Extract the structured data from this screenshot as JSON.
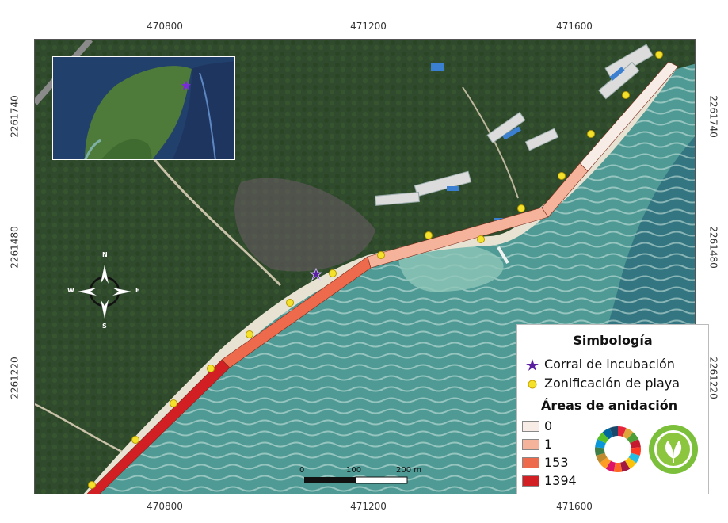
{
  "coords": {
    "top": [
      "470800",
      "471200",
      "471600"
    ],
    "bottom": [
      "470800",
      "471200",
      "471600"
    ],
    "left": [
      "2261740",
      "2261480",
      "2261220"
    ],
    "right": [
      "2261740",
      "2261480",
      "2261220"
    ]
  },
  "legend": {
    "title": "Simbología",
    "corral_label": "Corral de incubación",
    "zonificacion_label": "Zonificación de playa",
    "areas_title": "Áreas de anidación",
    "classes": [
      {
        "label": "0",
        "color": "#f8ede6"
      },
      {
        "label": "1",
        "color": "#f4b39a"
      },
      {
        "label": "153",
        "color": "#ee6a4c"
      },
      {
        "label": "1394",
        "color": "#d21f24"
      }
    ]
  },
  "compass": {
    "n": "N",
    "s": "S",
    "e": "E",
    "w": "W"
  },
  "scale": {
    "zero": "0",
    "mid": "100",
    "end": "200 m"
  },
  "colors": {
    "forest": "#2f4a2c",
    "sea": "#5fa79e",
    "deep_sea": "#2e6f7c",
    "shallow": "#8fc6b8",
    "beach": "#e8e2d3",
    "corral": "#5a1fa0",
    "point": "#f3e12b"
  },
  "icons": [
    "sdg-wheel-icon",
    "sustainability-seal-icon"
  ]
}
